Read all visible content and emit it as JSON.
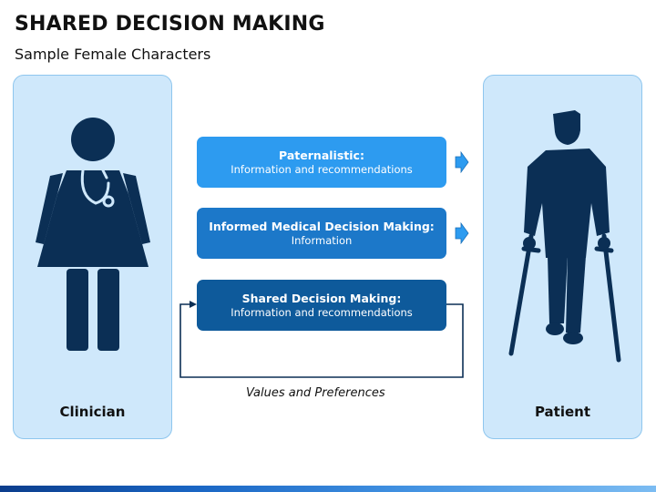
{
  "header": {
    "title": "SHARED DECISION MAKING",
    "subtitle": "Sample Female Characters"
  },
  "panels": {
    "left": {
      "label": "Clinician",
      "icon": "clinician-icon"
    },
    "right": {
      "label": "Patient",
      "icon": "patient-with-crutches-icon"
    }
  },
  "models": [
    {
      "title": "Paternalistic:",
      "subtitle": "Information and recommendations",
      "color": "#2d9bf0"
    },
    {
      "title": "Informed Medical Decision Making:",
      "subtitle": "Information",
      "color": "#1c78c9"
    },
    {
      "title": "Shared Decision Making:",
      "subtitle": "Information and recommendations",
      "color": "#0e5a9b"
    }
  ],
  "loop_label": "Values and Preferences",
  "colors": {
    "panel_fill": "#cfe8fb",
    "figure": "#0b2f55",
    "arrow": "#2d9bf0"
  }
}
